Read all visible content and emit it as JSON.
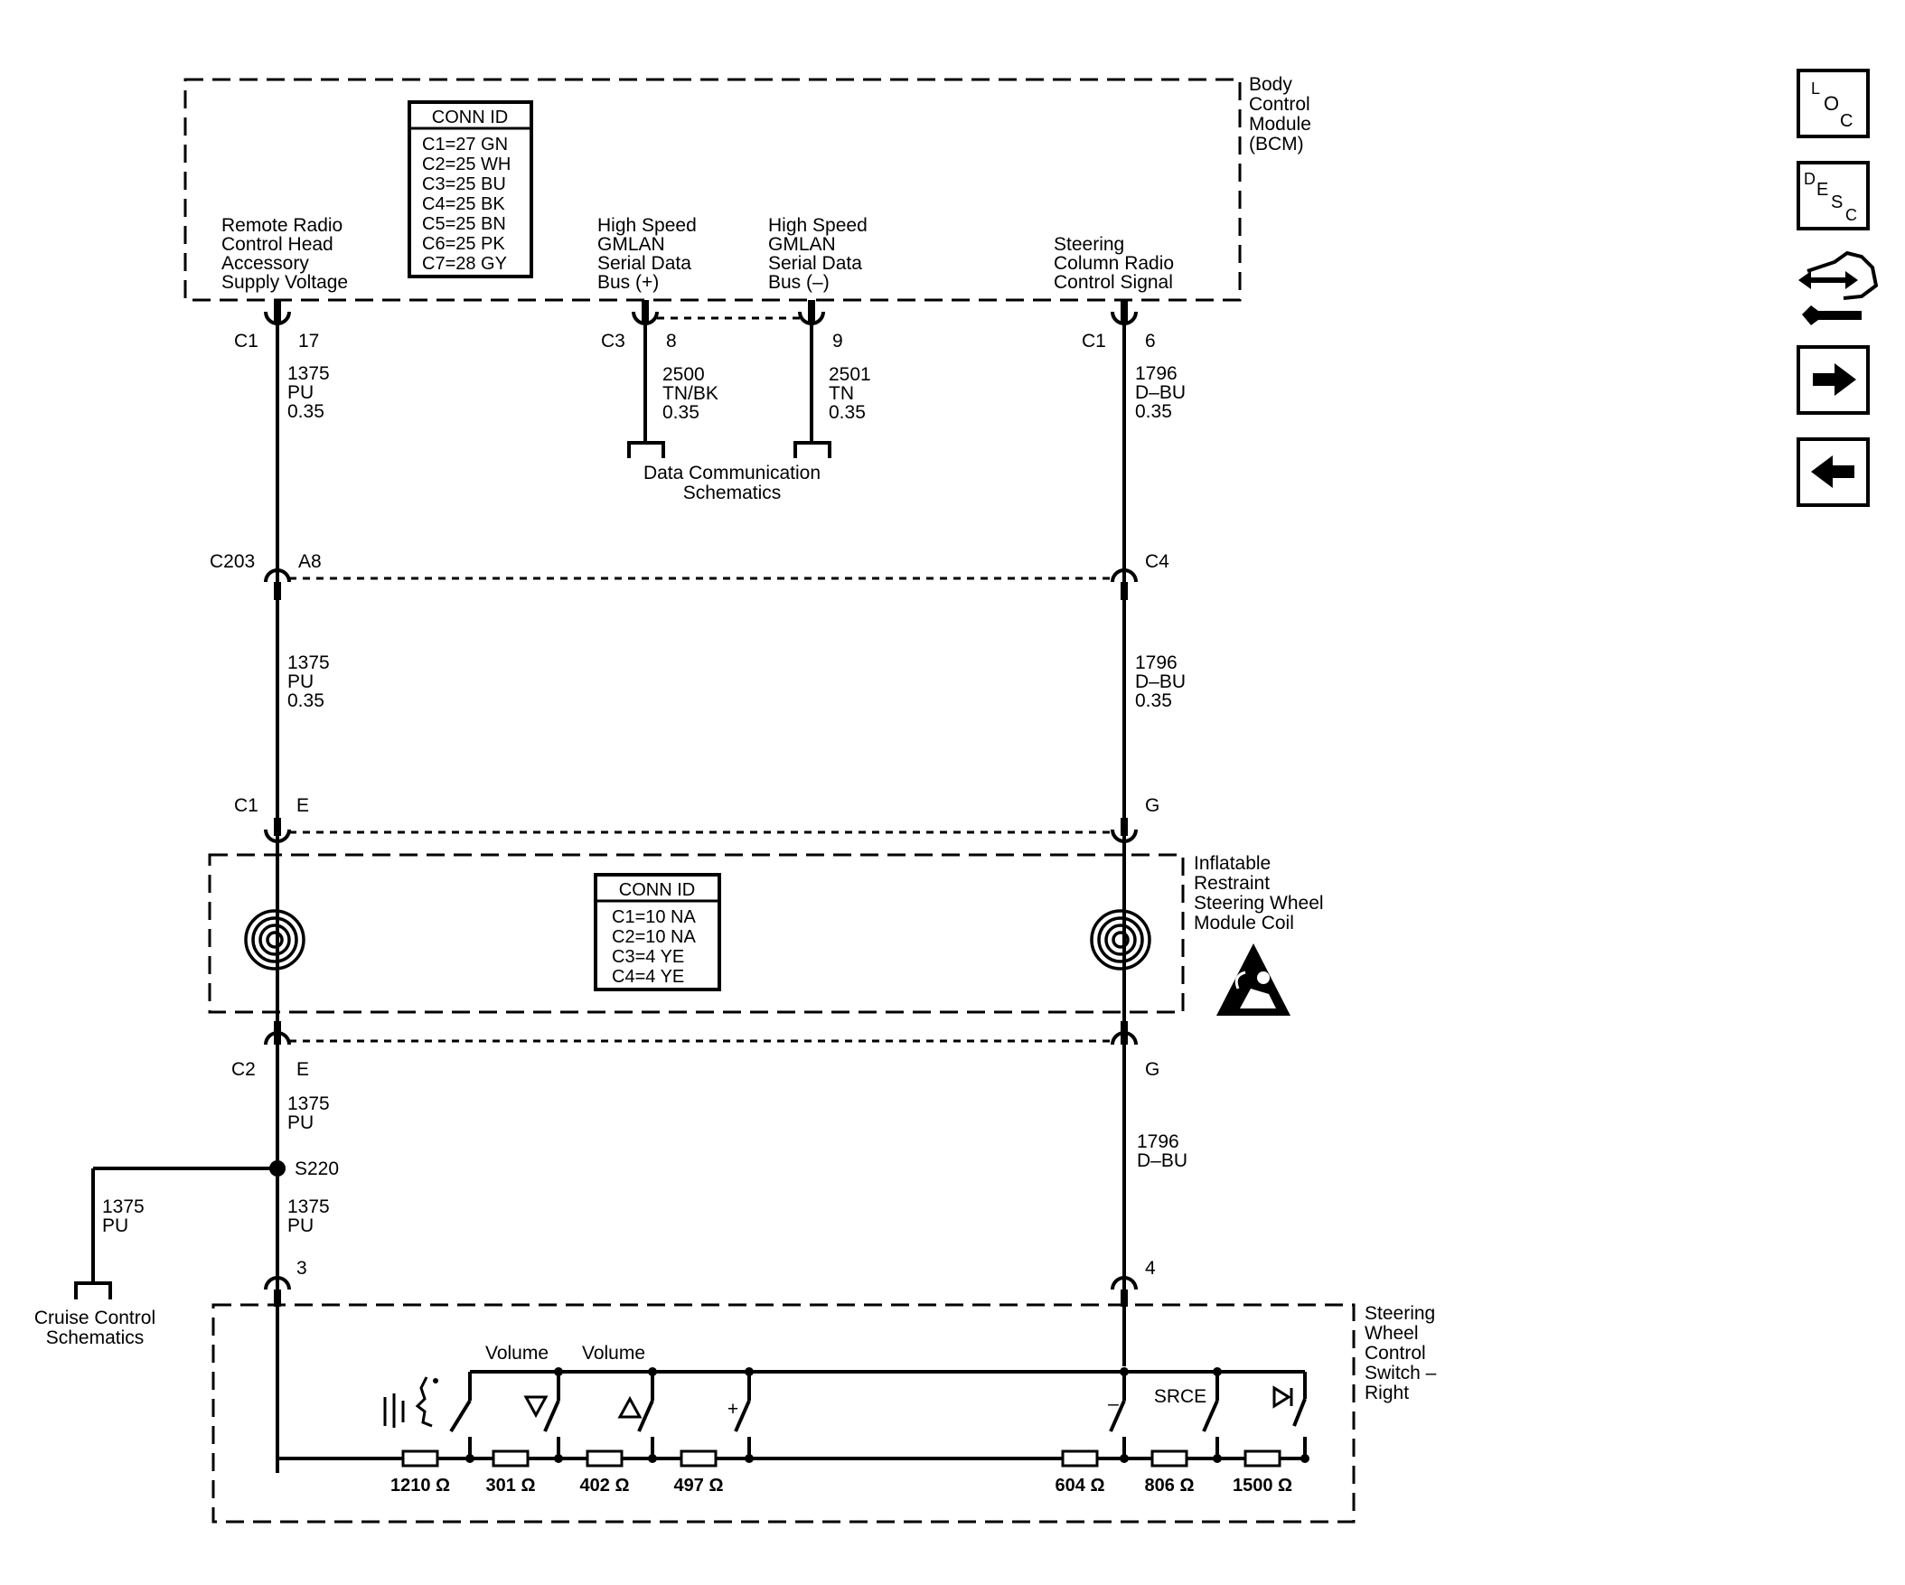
{
  "bcm": {
    "module_name": [
      "Body",
      "Control",
      "Module",
      "(BCM)"
    ],
    "conn_id": {
      "title": "CONN ID",
      "rows": [
        "C1=27 GN",
        "C2=25 WH",
        "C3=25 BU",
        "C4=25 BK",
        "C5=25 BN",
        "C6=25 PK",
        "C7=28 GY"
      ]
    },
    "signals": {
      "remote": [
        "Remote Radio",
        "Control Head",
        "Accessory",
        "Supply Voltage"
      ],
      "hs_plus": [
        "High Speed",
        "GMLAN",
        "Serial Data",
        "Bus (+)"
      ],
      "hs_minus": [
        "High Speed",
        "GMLAN",
        "Serial Data",
        "Bus (–)"
      ],
      "steering": [
        "Steering",
        "Column Radio",
        "Control Signal"
      ]
    }
  },
  "connectors": {
    "bcm_c1_17": {
      "conn": "C1",
      "pin": "17"
    },
    "bcm_c3_8": {
      "conn": "C3",
      "pin": "8"
    },
    "bcm_9": {
      "pin": "9"
    },
    "bcm_c1_6": {
      "conn": "C1",
      "pin": "6"
    },
    "c203_a8": {
      "conn": "C203",
      "pin": "A8"
    },
    "c4": {
      "pin": "C4"
    },
    "coil_c1_e": {
      "conn": "C1",
      "pin": "E"
    },
    "coil_g_top": {
      "pin": "G"
    },
    "coil_c2_e": {
      "conn": "C2",
      "pin": "E"
    },
    "coil_g_bottom": {
      "pin": "G"
    },
    "switch_3": {
      "pin": "3"
    },
    "switch_4": {
      "pin": "4"
    }
  },
  "wires": {
    "pu_1": [
      "1375",
      "PU",
      "0.35"
    ],
    "tnbk": [
      "2500",
      "TN/BK",
      "0.35"
    ],
    "tn": [
      "2501",
      "TN",
      "0.35"
    ],
    "dbu_1": [
      "1796",
      "D–BU",
      "0.35"
    ],
    "pu_2": [
      "1375",
      "PU",
      "0.35"
    ],
    "dbu_2": [
      "1796",
      "D–BU",
      "0.35"
    ],
    "pu_3": [
      "1375",
      "PU"
    ],
    "pu_4": [
      "1375",
      "PU"
    ],
    "pu_branch": [
      "1375",
      "PU"
    ],
    "dbu_3": [
      "1796",
      "D–BU"
    ]
  },
  "data_comm": [
    "Data Communication",
    "Schematics"
  ],
  "coil": {
    "module_name": [
      "Inflatable",
      "Restraint",
      "Steering Wheel",
      "Module Coil"
    ],
    "conn_id": {
      "title": "CONN ID",
      "rows": [
        "C1=10 NA",
        "C2=10 NA",
        "C3=4 YE",
        "C4=4 YE"
      ]
    }
  },
  "splice": "S220",
  "cruise": [
    "Cruise Control",
    "Schematics"
  ],
  "switch_module": {
    "module_name": [
      "Steering",
      "Wheel",
      "Control",
      "Switch –",
      "Right"
    ],
    "volume_labels": [
      "Volume",
      "Volume"
    ],
    "plus": "+",
    "minus": "–",
    "srce": "SRCE",
    "resistors": [
      "1210 Ω",
      "301 Ω",
      "402 Ω",
      "497 Ω",
      "604 Ω",
      "806 Ω",
      "1500 Ω"
    ]
  },
  "nav": {
    "loc": [
      "L",
      "O",
      "C"
    ],
    "desc": [
      "D",
      "E",
      "S",
      "C"
    ]
  },
  "colors": {
    "line": "#000000",
    "background": "#ffffff"
  }
}
